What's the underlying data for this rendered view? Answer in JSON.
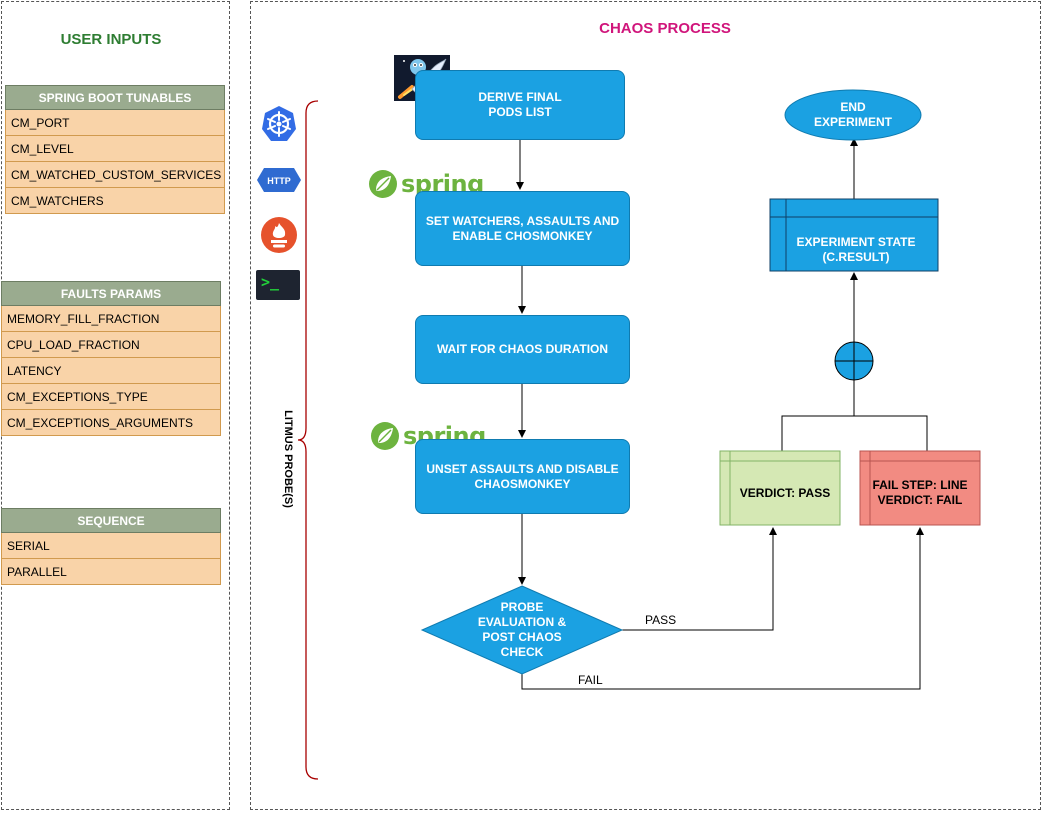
{
  "user_inputs": {
    "title": "USER INPUTS",
    "tables": [
      {
        "header": "SPRING BOOT TUNABLES",
        "rows": [
          "CM_PORT",
          "CM_LEVEL",
          "CM_WATCHED_CUSTOM_SERVICES",
          "CM_WATCHERS"
        ]
      },
      {
        "header": "FAULTS PARAMS",
        "rows": [
          "MEMORY_FILL_FRACTION",
          "CPU_LOAD_FRACTION",
          "LATENCY",
          "CM_EXCEPTIONS_TYPE",
          "CM_EXCEPTIONS_ARGUMENTS"
        ]
      },
      {
        "header": "SEQUENCE",
        "rows": [
          "SERIAL",
          "PARALLEL"
        ]
      }
    ]
  },
  "chaos_process": {
    "title": "CHAOS PROCESS",
    "probe_label": "LITMUS PROBE(S)",
    "probe_icons": [
      "kubernetes-icon",
      "http-icon",
      "prometheus-icon",
      "terminal-icon"
    ],
    "http_badge": "HTTP",
    "terminal_prompt": ">_",
    "spring_word": "spring",
    "steps": {
      "derive": "DERIVE FINAL PODS LIST",
      "set_watchers": "SET WATCHERS, ASSAULTS AND ENABLE CHOSMONKEY",
      "wait": "WAIT FOR CHAOS DURATION",
      "unset": "UNSET ASSAULTS AND DISABLE CHAOSMONKEY",
      "probe": "PROBE EVALUATION & POST CHAOS CHECK",
      "verdict_pass": "VERDICT: PASS",
      "verdict_fail": "FAIL STEP: LINE VERDICT: FAIL",
      "experiment_state": "EXPERIMENT STATE (C.RESULT)",
      "end": "END EXPERIMENT"
    },
    "edge_labels": {
      "pass": "PASS",
      "fail": "FAIL"
    },
    "colors": {
      "process": "#1ba1e2",
      "pass": "#d5e8b4",
      "fail": "#f28b82",
      "tunables_header": "#9aab8f",
      "tunables_row": "#f9d3a8",
      "user_inputs_title": "#2e7d32",
      "chaos_title": "#d0157b"
    }
  }
}
